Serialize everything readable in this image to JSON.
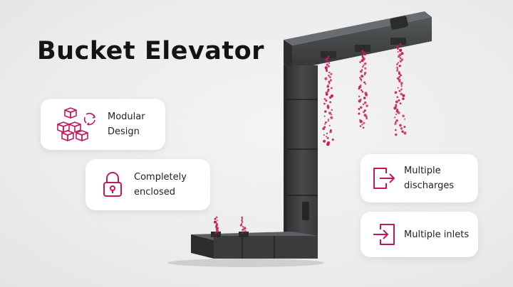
{
  "title": "Bucket Elevator",
  "features": {
    "modular": "Modular\nDesign",
    "enclosed": "Completely\nenclosed",
    "discharges": "Multiple\ndischarges",
    "inlets": "Multiple inlets"
  },
  "icons": {
    "modular": "cubes-cycle-icon",
    "enclosed": "padlock-icon",
    "discharges": "exit-arrow-icon",
    "inlets": "enter-arrow-icon"
  },
  "colors": {
    "accent": "#c2185b",
    "machine": "#3a3c3d",
    "card": "#ffffff"
  }
}
